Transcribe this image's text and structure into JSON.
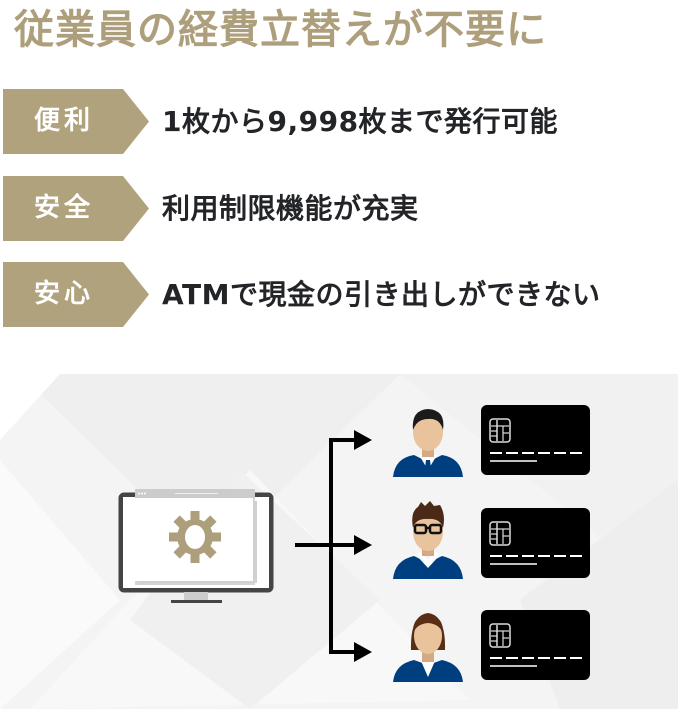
{
  "title": "従業員の経費立替えが不要に",
  "colors": {
    "accent_gold": "#b0a27c",
    "title_gold": "#ae9f7c",
    "text_dark": "#222427",
    "person_blue": "#003f7f",
    "skin": "#e8c39c",
    "card_black": "#000000",
    "monitor_frame": "#444444"
  },
  "features": [
    {
      "badge": "便利",
      "text": "1枚から9,998枚まで発行可能"
    },
    {
      "badge": "安全",
      "text": "利用制限機能が充実"
    },
    {
      "badge": "安心",
      "text": "ATMで現金の引き出しができない"
    }
  ],
  "illustration": {
    "source": {
      "icon": "gear-icon",
      "device": "monitor-icon"
    },
    "recipients": [
      {
        "person": "male-employee-with-tie",
        "card": "credit-card-icon"
      },
      {
        "person": "male-employee-with-glasses",
        "card": "credit-card-icon"
      },
      {
        "person": "female-employee",
        "card": "credit-card-icon"
      }
    ]
  }
}
